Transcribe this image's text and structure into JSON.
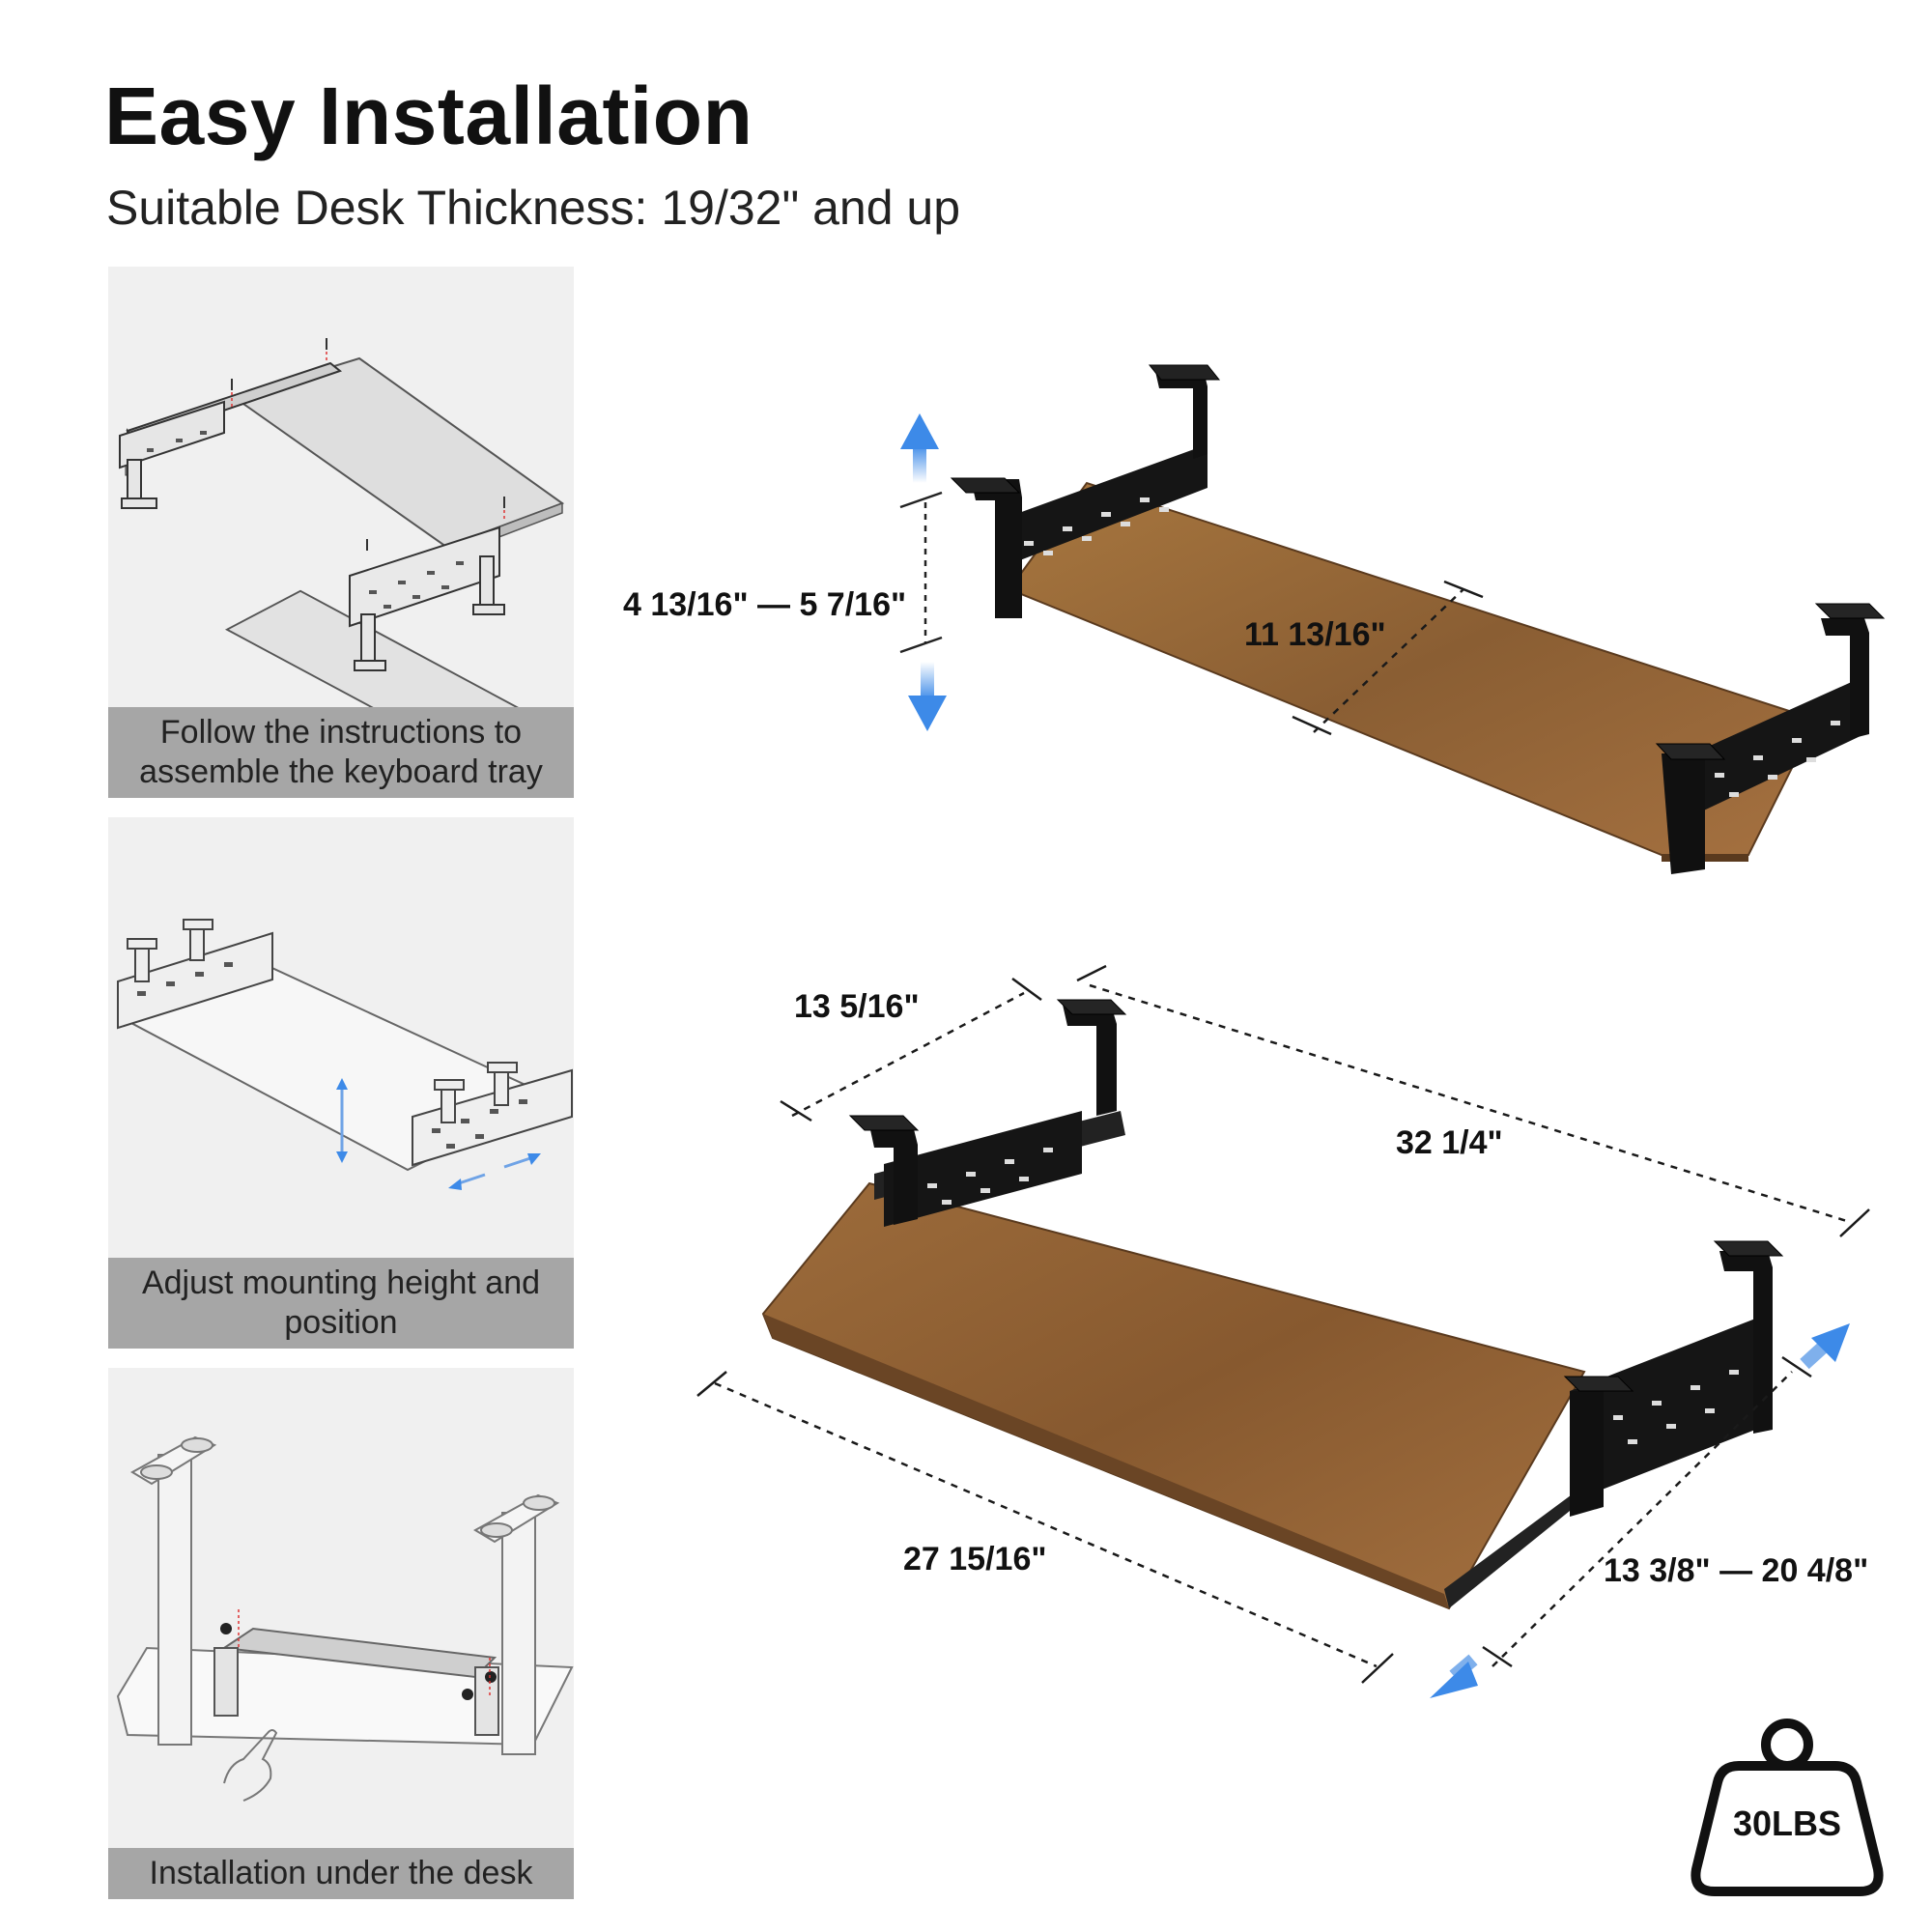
{
  "header": {
    "title": "Easy Installation",
    "subtitle": "Suitable Desk Thickness: 19/32\"  and up"
  },
  "steps": [
    {
      "caption": "Follow the instructions to assemble the keyboard tray"
    },
    {
      "caption": "Adjust mounting height and position"
    },
    {
      "caption": "Installation under the desk"
    }
  ],
  "dimensions": {
    "height_range": "4 13/16\" — 5 7/16\"",
    "tray_depth": "11 13/16\"",
    "bracket_depth": "13 5/16\"",
    "overall_length": "32 1/4\"",
    "tray_width": "27 15/16\"",
    "slide_travel": "13 3/8\" — 20 4/8\""
  },
  "weight_badge": {
    "label": "30LBS"
  },
  "icons": [
    "up-arrow-icon",
    "down-arrow-icon",
    "slide-arrow-icon",
    "weight-icon",
    "hand-pointer-icon"
  ],
  "colors": {
    "wood": "#9a6a3c",
    "bracket": "#111111",
    "arrow": "#3d8ae8",
    "caption_bg": "#a6a6a6"
  }
}
